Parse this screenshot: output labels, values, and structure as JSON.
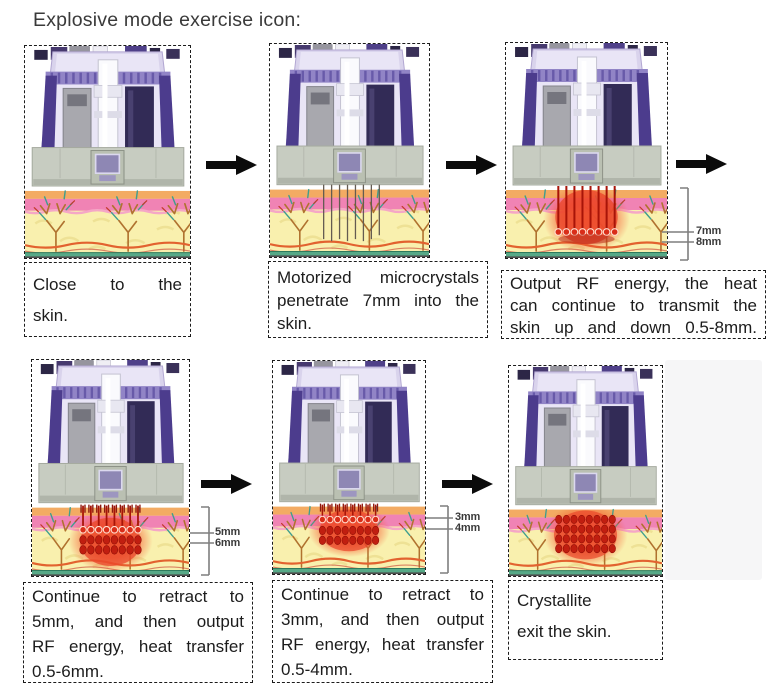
{
  "title": "Explosive mode exercise icon:",
  "panels": [
    {
      "step": 1,
      "stage": "close-to-skin",
      "caption_lines": [
        "Close to the",
        "skin."
      ]
    },
    {
      "step": 2,
      "stage": "penetrate-7mm",
      "caption_lines": [
        "Motorized microcrystals",
        "penetrate 7mm into the",
        "skin."
      ]
    },
    {
      "step": 3,
      "stage": "rf-output-8mm",
      "caption_lines": [
        "Output RF energy, the heat",
        "can continue to transmit the",
        "skin up and down 0.5-8mm."
      ],
      "measurements": [
        "7mm",
        "8mm"
      ]
    },
    {
      "step": 4,
      "stage": "retract-5mm-rf-6mm",
      "caption_lines": [
        "Continue to retract to",
        "5mm, and then output",
        "RF energy, heat transfer",
        "0.5-6mm."
      ],
      "measurements": [
        "5mm",
        "6mm"
      ]
    },
    {
      "step": 5,
      "stage": "retract-3mm-rf-4mm",
      "caption_lines": [
        "Continue to retract to",
        "3mm, and then output",
        "RF energy, heat transfer",
        "0.5-4mm."
      ],
      "measurements": [
        "3mm",
        "4mm"
      ]
    },
    {
      "step": 6,
      "stage": "exit-skin",
      "caption_lines": [
        "Crystallite",
        "exit the skin."
      ]
    }
  ],
  "colors": {
    "arrow": "#0b0b0b",
    "heat_glow": "#f4552e",
    "heat_core": "#c01e10",
    "device_purple": "#4c3c8d",
    "skin_orange": "#f3ab63",
    "skin_pink": "#f083b4",
    "skin_yellow": "#f9f0ae"
  }
}
